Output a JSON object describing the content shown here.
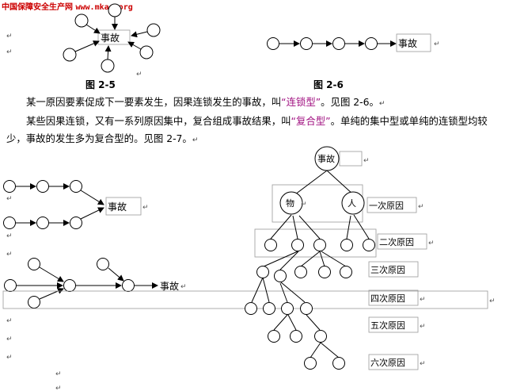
{
  "watermark": {
    "site_name": "中国保障安全生产网",
    "url": "www.mkaq.org"
  },
  "figure_2_5": {
    "caption": "图 2-5",
    "center_label": "事故"
  },
  "figure_2_6": {
    "caption": "图 2-6",
    "end_label": "事故"
  },
  "paragraph_1": {
    "before": "某一原因要素促成下一要素发生，因果连锁发生的事故，叫",
    "term": "“连锁型”",
    "after": "。见图 2-6。"
  },
  "paragraph_2": {
    "before": "某些因果连锁，又有一系列原因集中，复合组成事故结果，叫",
    "term": "“复合型”",
    "after": "。单纯的集中型或单纯的连锁型均较少，事故的发生多为复合型的。见图 2-7。"
  },
  "figure_2_7": {
    "top_chain_label": "事故",
    "bottom_chain_label": "事故",
    "tree": {
      "root_label": "事故",
      "left_child_label": "物",
      "right_child_label": "人",
      "levels": [
        "一次原因",
        "二次原因",
        "三次原因",
        "四次原因",
        "五次原因",
        "六次原因"
      ]
    }
  },
  "colors": {
    "watermark": "#cc0000",
    "highlight_term": "#a01080",
    "marks": "#555555"
  },
  "icons": {
    "paragraph_mark": "↵"
  }
}
